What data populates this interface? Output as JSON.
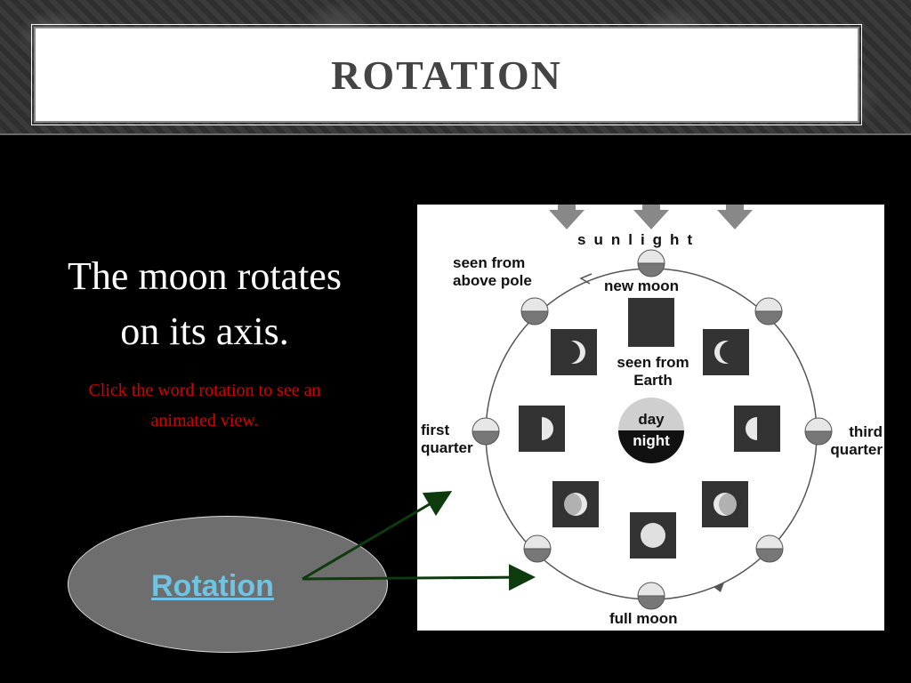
{
  "slide": {
    "title": "ROTATION",
    "heading_line1": "The moon rotates",
    "heading_line2": "on its axis.",
    "instruction_line1": "Click the word rotation to see an",
    "instruction_line2": "animated view.",
    "link_label": "Rotation"
  },
  "diagram": {
    "sunlight": "sunlight",
    "seen_from_above_1": "seen from",
    "seen_from_above_2": "above pole",
    "new_moon": "new moon",
    "seen_from_earth_1": "seen from",
    "seen_from_earth_2": "Earth",
    "day": "day",
    "night": "night",
    "first_quarter_1": "first",
    "first_quarter_2": "quarter",
    "third_quarter_1": "third",
    "third_quarter_2": "quarter",
    "full_moon": "full moon"
  },
  "colors": {
    "title_text": "#444444",
    "heading_text": "#ffffff",
    "instruction_text": "#d40000",
    "link_text": "#6fc3e3",
    "ellipse_fill": "#6e6e6e",
    "arrow": "#0d3b0d"
  }
}
